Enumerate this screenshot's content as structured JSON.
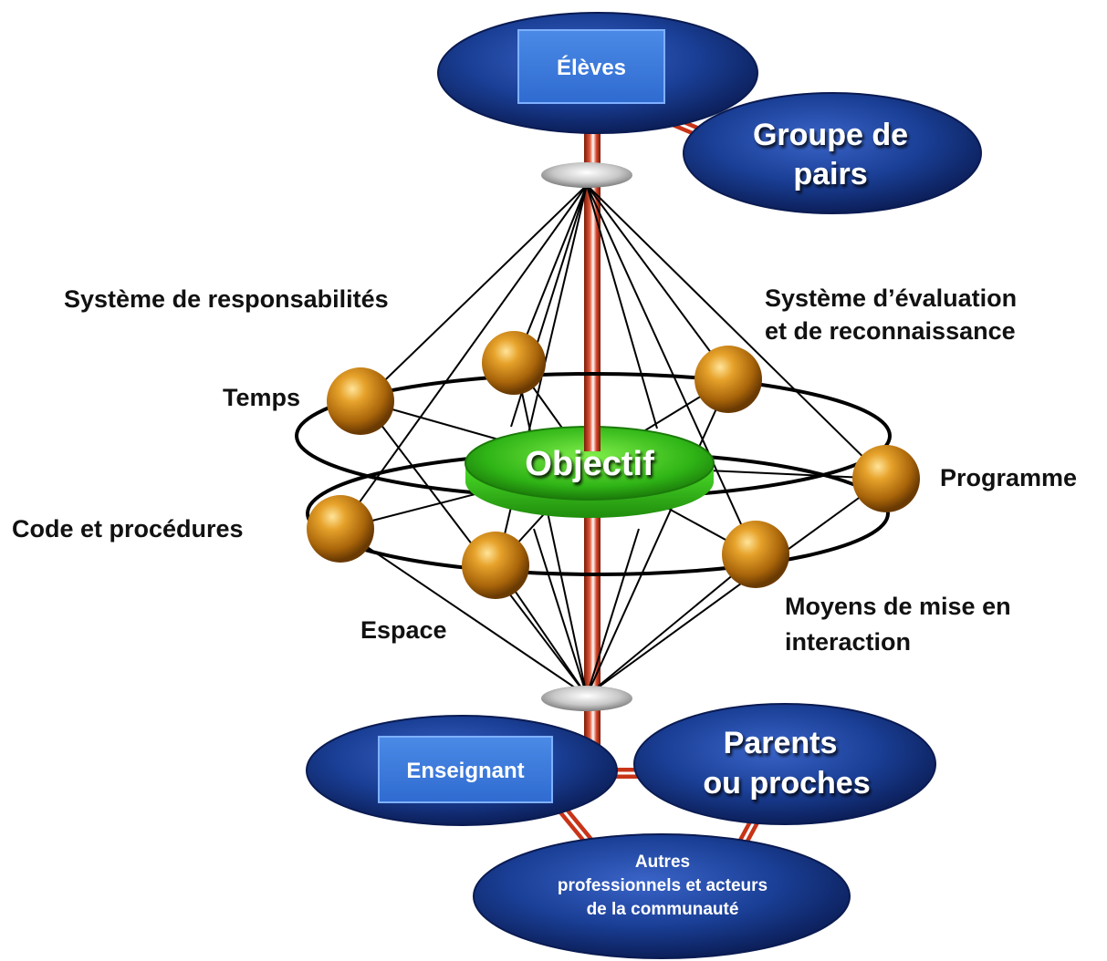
{
  "nodes": {
    "eleves": "Élèves",
    "groupe_line1": "Groupe de",
    "groupe_line2": "pairs",
    "enseignant": "Enseignant",
    "parents_line1": "Parents",
    "parents_line2": "ou proches",
    "autres_line1": "Autres",
    "autres_line2": "professionnels et acteurs",
    "autres_line3": "de la communauté",
    "objectif": "Objectif"
  },
  "labels": {
    "systeme_resp": "Système de responsabilités",
    "systeme_eval_line1": "Système d’évaluation",
    "systeme_eval_line2": "et de reconnaissance",
    "temps": "Temps",
    "programme": "Programme",
    "code": "Code et procédures",
    "moyens_line1": "Moyens de mise en",
    "moyens_line2": "interaction",
    "espace": "Espace"
  },
  "colors": {
    "node_blue": "#1a3f96",
    "node_dark": "#0b1d55",
    "box_blue": "#3f7fdc",
    "objective_green": "#3ecf1c",
    "sphere_orange": "#d08a12",
    "rod_red": "#c83418"
  }
}
